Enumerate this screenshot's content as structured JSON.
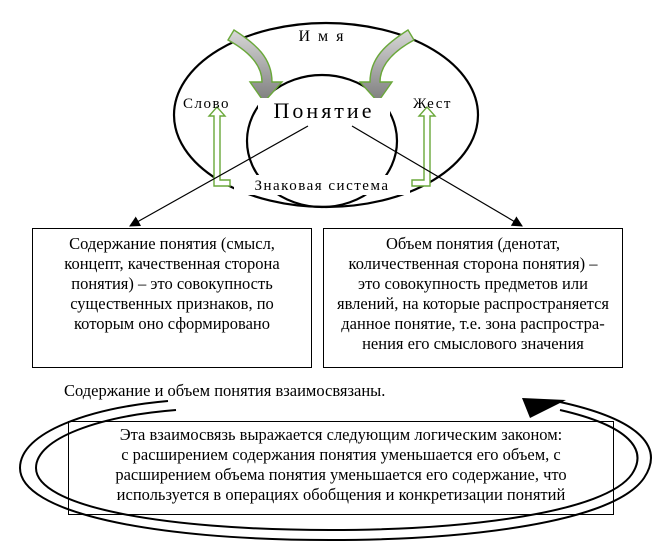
{
  "labels": {
    "name": "И м я",
    "word": "Слово",
    "concept": "Понятие",
    "gesture": "Жест",
    "sign_system": "Знаковая система"
  },
  "content_box": {
    "lines": [
      "Содержание понятия (смысл,",
      "концепт, качественная сторона",
      "понятия) – это совокупность",
      "существенных признаков, по",
      "которым оно сформировано"
    ]
  },
  "volume_box": {
    "lines": [
      "Объем понятия (денотат,",
      "количественная сторона понятия) –",
      "это совокупность предметов или",
      "явлений, на которые распространяется",
      "данное понятие, т.е. зона распростра-",
      "нения его смыслового значения"
    ]
  },
  "relation_text": "Содержание и объем понятия взаимосвязаны.",
  "law_box": {
    "lines": [
      "Эта взаимосвязь выражается следующим логическим законом:",
      "с расширением содержания понятия уменьшается его объем, с",
      "расширением объема понятия уменьшается его содержание, что",
      "используется в операциях обобщения и конкретизации понятий"
    ]
  },
  "colors": {
    "arrow_green": "#6aa83a",
    "arrow_gray": "#9a9a9a",
    "line": "#000000"
  }
}
